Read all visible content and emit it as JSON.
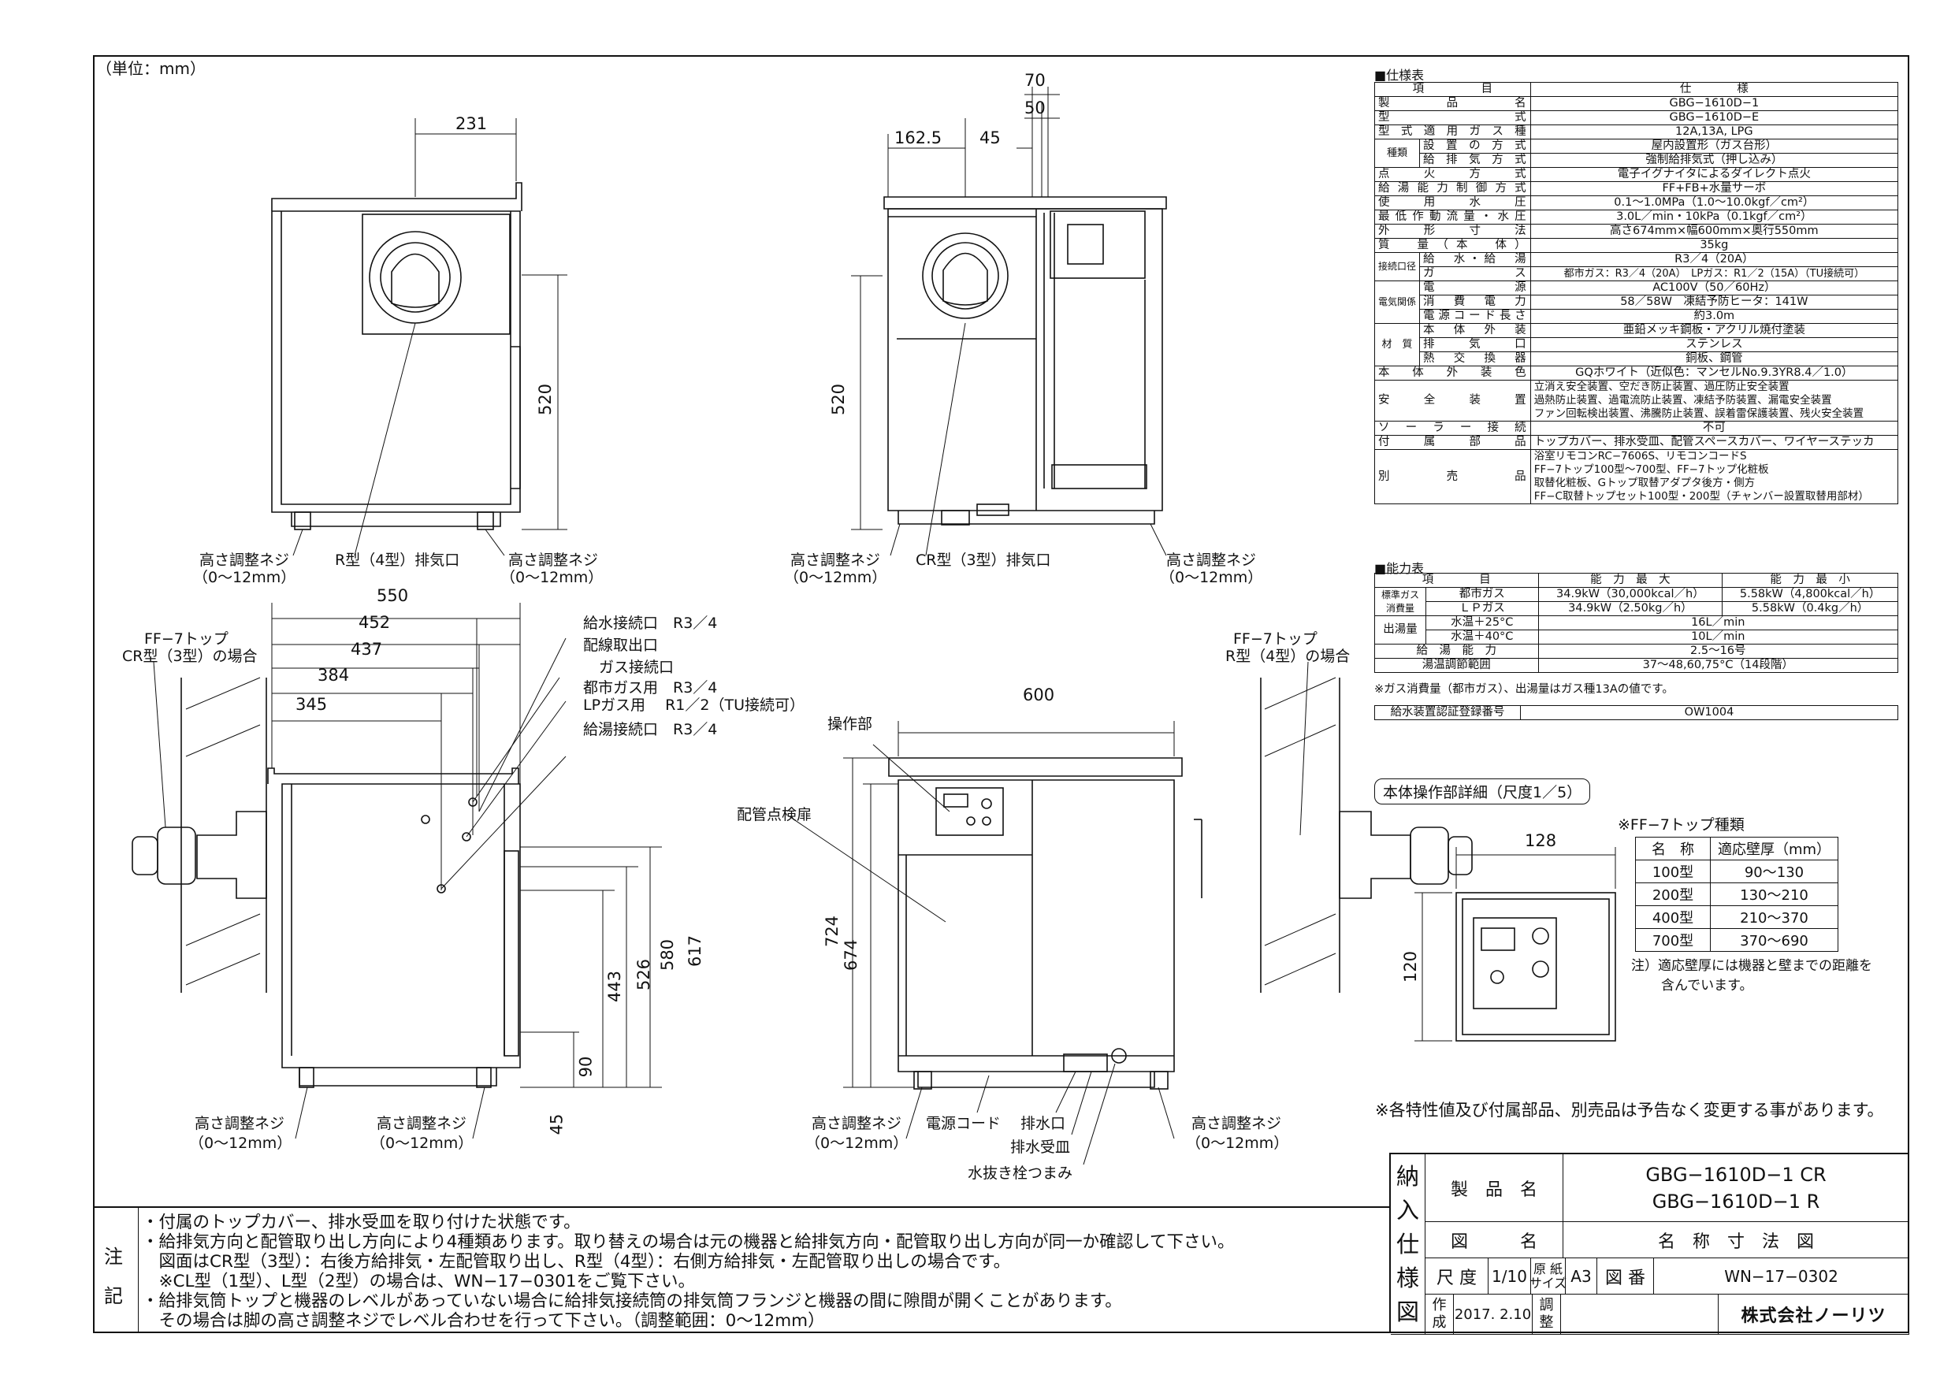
{
  "unit_note": "（単位：mm）",
  "specs": {
    "title": "■仕様表",
    "rows": [
      {
        "k1": "項",
        "k2": "目",
        "v": "仕　　　　様"
      },
      {
        "k1": "製　品　名",
        "v": "GBG−1610D−1"
      },
      {
        "k1": "型　　式",
        "v": "GBG−1610D−E"
      },
      {
        "k1": "型式適用ガス種",
        "v": "12A,13A, LPG"
      },
      {
        "g": "種類",
        "k1": "設置の方式",
        "v": "屋内設置形（ガス台形）"
      },
      {
        "k1": "給排気方式",
        "v": "強制給排気式（押し込み）"
      },
      {
        "k1": "点　火　方　式",
        "v": "電子イグナイタによるダイレクト点火"
      },
      {
        "k1": "給湯能力制御方式",
        "v": "FF+FB+水量サーボ"
      },
      {
        "k1": "使　用　水　圧",
        "v": "0.1〜1.0MPa（1.0〜10.0kgf／cm²）"
      },
      {
        "k1": "最低作動流量・水圧",
        "v": "3.0L／min・10kPa（0.1kgf／cm²）"
      },
      {
        "k1": "外　形　寸　法",
        "v": "高さ674mm×幅600mm×奥行550mm"
      },
      {
        "k1": "質　量（本　体）",
        "v": "35kg"
      },
      {
        "g": "接続口径",
        "k1": "給　水・給　湯",
        "v": "R3／4（20A）"
      },
      {
        "k1": "ガ　　　ス",
        "v": "都市ガス：R3／4（20A）　LPガス：R1／2（15A）（TU接続可）"
      },
      {
        "g": "電気関係",
        "k1": "電　　　源",
        "v": "AC100V（50／60Hz）"
      },
      {
        "k1": "消　費　電　力",
        "v": "58／58W　凍結予防ヒータ：141W"
      },
      {
        "k1": "電源コード長さ",
        "v": "約3.0m"
      },
      {
        "g": "材　質",
        "k1": "本　体　外　装",
        "v": "亜鉛メッキ鋼板・アクリル焼付塗装"
      },
      {
        "k1": "排　気　口",
        "v": "ステンレス"
      },
      {
        "k1": "熱　交　換　器",
        "v": "銅板、鋼管"
      },
      {
        "k1": "本　体　外　装　色",
        "v": "GQホワイト（近似色：マンセルNo.9.3YR8.4／1.0）"
      },
      {
        "k1": "安　全　装　置",
        "v": "立消え安全装置、空だき防止装置、過圧防止安全装置\n過熱防止装置、過電流防止装置、凍結予防装置、漏電安全装置\nファン回転検出装置、沸騰防止装置、誤着雷保護装置、残火安全装置"
      },
      {
        "k1": "ソーラー接続",
        "v": "不可"
      },
      {
        "k1": "付　属　部　品",
        "v": "トップカバー、排水受皿、配管スペースカバー、ワイヤーステッカ"
      },
      {
        "k1": "別　売　品",
        "v": "浴室リモコンRC−7606S、リモコンコードS\nFF−7トップ100型〜700型、FF−7トップ化粧板\n取替化粧板、Gトップ取替アダプタ後方・側方\nFF−C取替トップセット100型・200型（チャンバー設置取替用部材）"
      }
    ]
  },
  "capacity": {
    "title": "■能力表",
    "header": [
      "項　　　　目",
      "能　力　最　大",
      "能　力　最　小"
    ],
    "rows": [
      [
        "標準ガス消費量",
        "都市ガス",
        "34.9kW（30,000kcal／h）",
        "5.58kW（4,800kcal／h）"
      ],
      [
        "",
        "ＬＰガス",
        "34.9kW（2.50kg／h）",
        "5.58kW（0.4kg／h）"
      ],
      [
        "出湯量",
        "水温＋25°C",
        "16L／min",
        ""
      ],
      [
        "",
        "水温＋40°C",
        "10L／min",
        ""
      ],
      [
        "給　湯　能　力",
        "",
        "2.5〜16号",
        ""
      ],
      [
        "湯温調節範囲",
        "",
        "37〜48,60,75°C（14段階）",
        ""
      ]
    ],
    "footnote": "※ガス消費量（都市ガス）、出湯量はガス種13Aの値です。",
    "reg_label": "給水装置認証登録番号",
    "reg_value": "OW1004"
  },
  "panel_detail": {
    "title": "本体操作部詳細（尺度1／5）",
    "width": "128",
    "height": "120"
  },
  "ff7": {
    "title": "※FF−7トップ種類",
    "header": [
      "名　称",
      "適応壁厚（mm）"
    ],
    "rows": [
      [
        "100型",
        "90〜130"
      ],
      [
        "200型",
        "130〜210"
      ],
      [
        "400型",
        "210〜370"
      ],
      [
        "700型",
        "370〜690"
      ]
    ],
    "note1": "注）適応壁厚には機器と壁までの距離を",
    "note2": "含んでいます。"
  },
  "disclaimer": "※各特性値及び付属部品、別売品は予告なく変更する事があります。",
  "notes": {
    "side1": "注",
    "side2": "記",
    "text": "・付属のトップカバー、排水受皿を取り付けた状態です。\n・給排気方向と配管取り出し方向により4種類あります。取り替えの場合は元の機器と給排気方向・配管取り出し方向が同一か確認して下さい。\n　図面はCR型（3型）：右後方給排気・左配管取り出し、R型（4型）：右側方給排気・左配管取り出しの場合です。\n　※CL型（1型）、L型（2型）の場合は、WN−17−0301をご覧下さい。\n・給排気筒トップと機器のレベルがあっていない場合に給排気接続筒の排気筒フランジと機器の間に隙間が開くことがあります。\n　その場合は脚の高さ調整ネジでレベル合わせを行って下さい。（調整範囲：0〜12mm）"
  },
  "titleblock": {
    "side": [
      "納",
      "入",
      "仕",
      "様",
      "図"
    ],
    "product_label": "製　品　名",
    "product1": "GBG−1610D−1 CR",
    "product2": "GBG−1610D−1 R",
    "drawing_label": "図　　　名",
    "drawing_name": "名　称　寸　法　図",
    "scale_label": "尺 度",
    "scale": "1/10",
    "paper_label1": "原 紙",
    "paper_label2": "サイズ",
    "paper": "A3",
    "dwg_label": "図 番",
    "dwg_no": "WN−17−0302",
    "made_label1": "作",
    "made_label2": "成",
    "date": "2017. 2.10",
    "check1": "調",
    "check2": "整",
    "company": "株式会社ノーリツ"
  },
  "labels": {
    "d231": "231",
    "d520a": "520",
    "d70": "70",
    "d50": "50",
    "d1625": "162.5",
    "d45a": "45",
    "d520b": "520",
    "d550": "550",
    "d452": "452",
    "d437": "437",
    "d384": "384",
    "d345": "345",
    "d443": "443",
    "d526": "526",
    "d580": "580",
    "d617": "617",
    "d90": "90",
    "d45b": "45",
    "d600": "600",
    "d724": "724",
    "d674": "674",
    "adj": "高さ調整ネジ",
    "adj_range": "（0〜12mm）",
    "r_exhaust": "R型（4型）排気口",
    "cr_exhaust": "CR型（3型）排気口",
    "ff7top": "FF−7トップ",
    "cr_case": "CR型（3型）の場合",
    "r_case": "R型（4型）の場合",
    "water_in": "給水接続口　R3／4",
    "wiring": "配線取出口",
    "gas": "ガス接続口",
    "gas_city": "都市ガス用　R3／4",
    "gas_lp": "LPガス用　 R1／2（TU接続可）",
    "hot_out": "給湯接続口　R3／4",
    "panel": "操作部",
    "inspect": "配管点検扉",
    "cord": "電源コード",
    "drain": "排水口",
    "tray": "排水受皿",
    "plug": "水抜き栓つまみ"
  },
  "colors": {
    "line": "#111111",
    "background": "#ffffff"
  }
}
